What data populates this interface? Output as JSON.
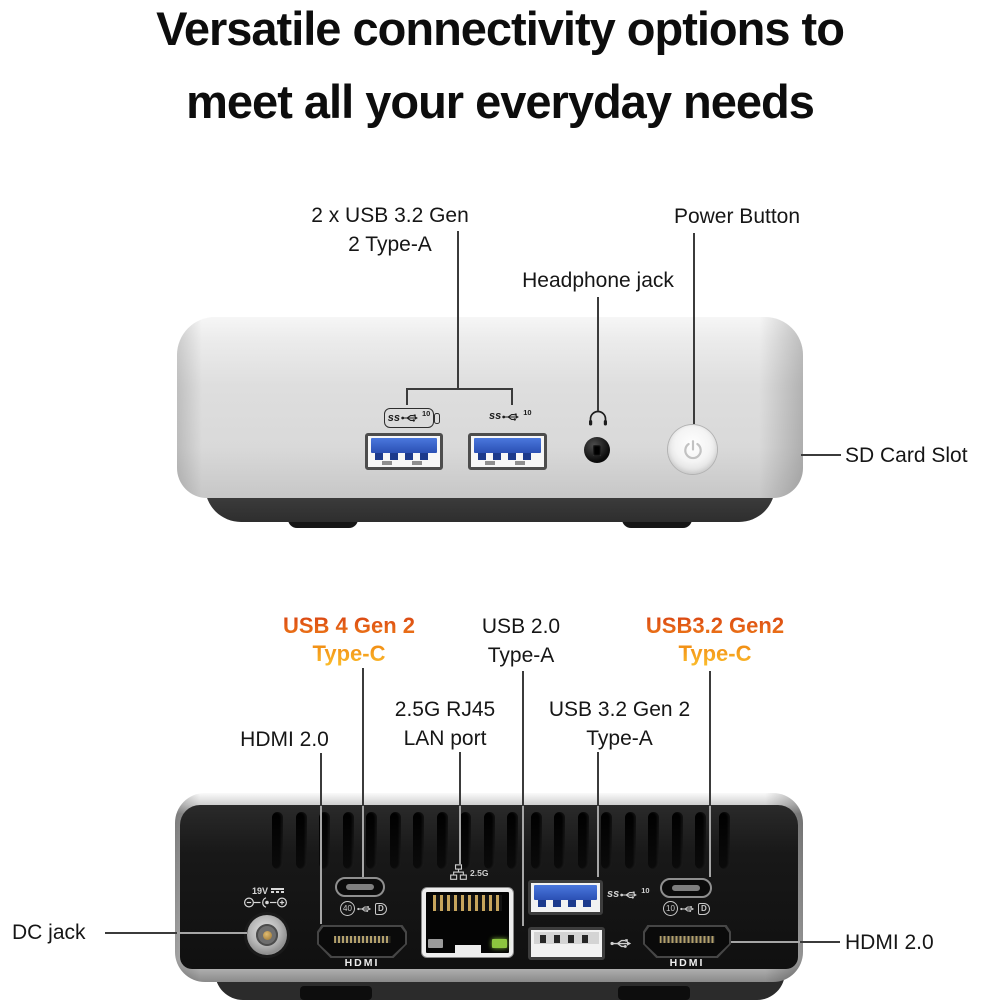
{
  "title": {
    "line1": "Versatile connectivity options to",
    "line2": "meet all your everyday needs"
  },
  "front": {
    "labels": {
      "usb_line1": "2 x USB 3.2 Gen",
      "usb_line2": "2 Type-A",
      "headphone": "Headphone jack",
      "power": "Power Button",
      "sd": "SD Card Slot"
    }
  },
  "rear": {
    "labels": {
      "usb4_line1": "USB 4 Gen 2",
      "usb4_line2": "Type-C",
      "usb20_line1": "USB 2.0",
      "usb20_line2": "Type-A",
      "usb32c_line1": "USB3.2 Gen2",
      "usb32c_line2": "Type-C",
      "hdmi_left": "HDMI 2.0",
      "lan_line1": "2.5G RJ45",
      "lan_line2": "LAN port",
      "usb32a_line1": "USB 3.2 Gen 2",
      "usb32a_line2": "Type-A",
      "dc": "DC jack",
      "hdmi_right": "HDMI 2.0"
    }
  },
  "device": {
    "hdmi": "HDMI",
    "v19": "19V",
    "lan_speed": "2.5G",
    "ss": "ss",
    "ss_sup": "10",
    "c40": "40",
    "c10": "10",
    "dp": "D"
  },
  "colors": {
    "label_orange_top": "#d63d12",
    "label_orange_bottom": "#f08018",
    "label_yellow_bottom": "#fcc22e",
    "usb_blue": "#2e5fd0",
    "led_green": "#8dc63f",
    "body_silver": "#d9d9d9",
    "panel_black": "#141414"
  }
}
